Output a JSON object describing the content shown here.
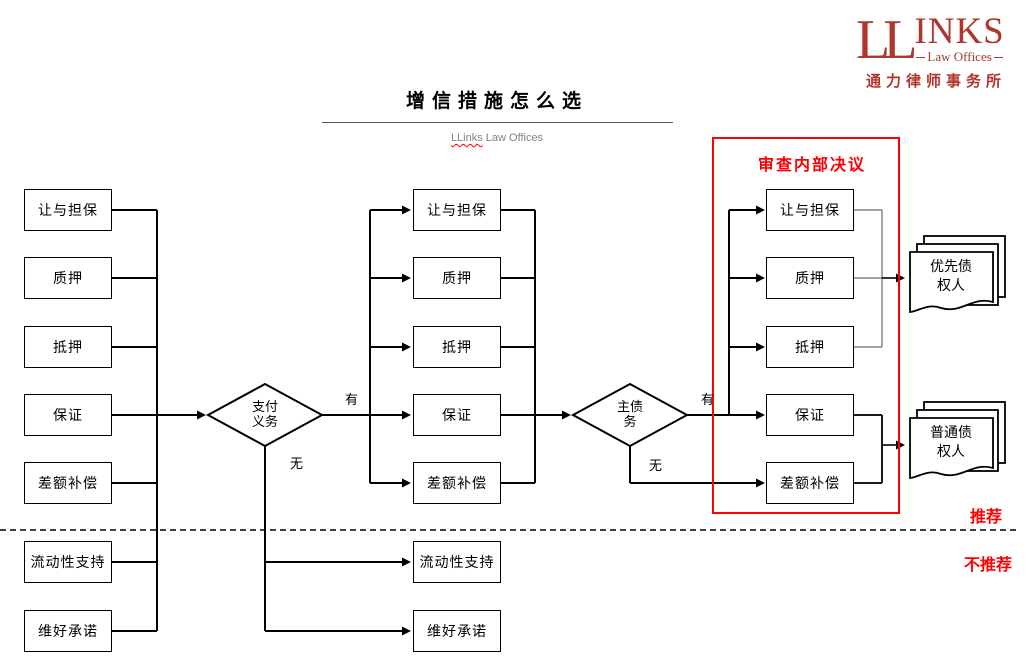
{
  "title": "增信措施怎么选",
  "subtitle": {
    "brand": "LLinks",
    "rest": " Law Offices"
  },
  "logo": {
    "ll": "LL",
    "inks": "INKS",
    "tagline": "Law Offices",
    "cn": "通力律师事务所"
  },
  "annotations": {
    "review": "审查内部决议",
    "recommended": "推荐",
    "not_recommended": "不推荐"
  },
  "decisions": {
    "payment": {
      "line1": "支付",
      "line2": "义务",
      "yes": "有",
      "no": "无"
    },
    "debt": {
      "line1": "主债",
      "line2": "务",
      "yes": "有",
      "no": "无"
    }
  },
  "columns": {
    "left": [
      "让与担保",
      "质押",
      "抵押",
      "保证",
      "差额补偿",
      "流动性支持",
      "维好承诺"
    ],
    "middle": [
      "让与担保",
      "质押",
      "抵押",
      "保证",
      "差额补偿",
      "流动性支持",
      "维好承诺"
    ],
    "right": [
      "让与担保",
      "质押",
      "抵押",
      "保证",
      "差额补偿"
    ]
  },
  "documents": {
    "senior": {
      "line1": "优先债",
      "line2": "权人"
    },
    "ordinary": {
      "line1": "普通债",
      "line2": "权人"
    }
  },
  "colors": {
    "annotation_red": "#FF0000",
    "logo_red": "#B0352C",
    "line_black": "#000000",
    "gray_line": "#808080",
    "subtitle_gray": "#808080"
  }
}
